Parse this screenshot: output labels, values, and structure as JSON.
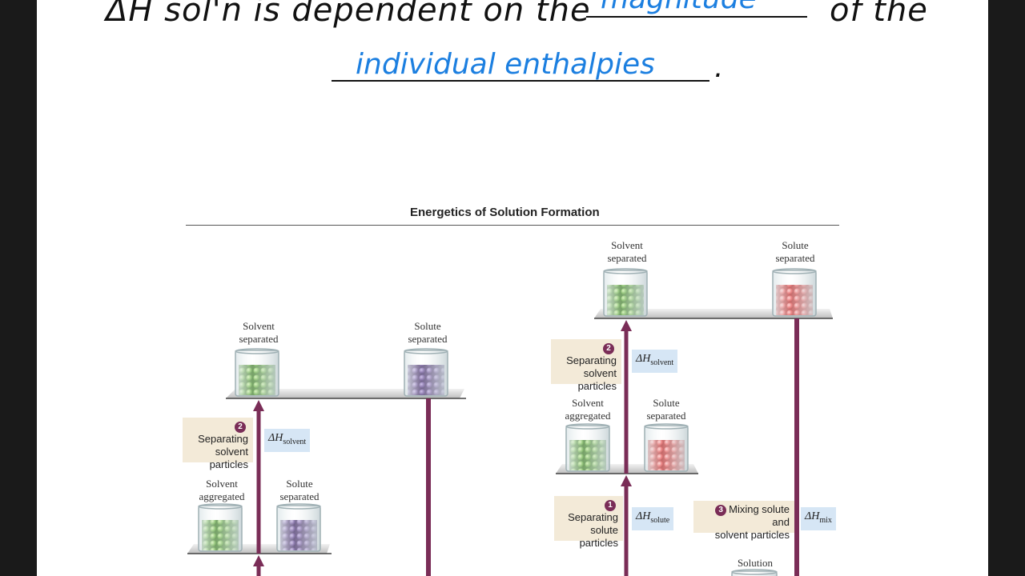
{
  "notes": {
    "line1_prefix": "ΔH sol'n is dependent on the",
    "blank1": "magnitude",
    "line1_suffix": "of the",
    "blank2": "individual enthalpies",
    "period": "."
  },
  "figure": {
    "title": "Energetics of Solution Formation",
    "left": {
      "top_solvent_label": [
        "Solvent",
        "separated"
      ],
      "top_solute_label": [
        "Solute",
        "separated"
      ],
      "mid_solvent_label": [
        "Solvent",
        "aggregated"
      ],
      "mid_solute_label": [
        "Solute",
        "separated"
      ],
      "step2": {
        "num": "2",
        "lines": [
          "Separating",
          "solvent",
          "particles"
        ]
      },
      "dh_solvent": {
        "symbol": "ΔH",
        "sub": "solvent"
      }
    },
    "right": {
      "top_solvent_label": [
        "Solvent",
        "separated"
      ],
      "top_solute_label": [
        "Solute",
        "separated"
      ],
      "mid_solvent_label": [
        "Solvent",
        "aggregated"
      ],
      "mid_solute_label": [
        "Solute",
        "separated"
      ],
      "step2": {
        "num": "2",
        "lines": [
          "Separating",
          "solvent",
          "particles"
        ]
      },
      "dh_solvent": {
        "symbol": "ΔH",
        "sub": "solvent"
      },
      "step1": {
        "num": "1",
        "lines": [
          "Separating",
          "solute",
          "particles"
        ]
      },
      "dh_solute": {
        "symbol": "ΔH",
        "sub": "solute"
      },
      "step3": {
        "num": "3",
        "lines": [
          "Mixing solute and",
          "solvent particles"
        ]
      },
      "dh_mix": {
        "symbol": "ΔH",
        "sub": "mix"
      },
      "solution_label": "Solution"
    },
    "colors": {
      "arrow": "#7a2d57",
      "solvent_particles": "#5fa83a",
      "solute_left": "#5b3f8a",
      "solute_right": "#e04848",
      "step_bg": "#f3ead8",
      "dh_bg": "#d6e6f5"
    }
  }
}
